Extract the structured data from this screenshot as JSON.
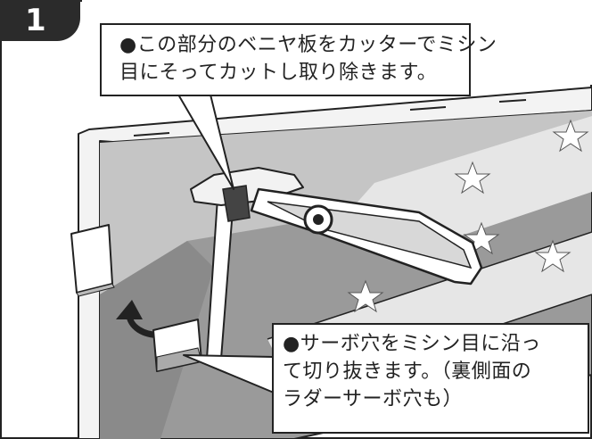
{
  "step": {
    "number": "1"
  },
  "callouts": {
    "top": {
      "line1": "●この部分のベニヤ板をカッターでミシン",
      "line2": "目にそってカットし取り除きます。"
    },
    "bottom": {
      "line1": "●サーボ穴をミシン目に沿っ",
      "line2": "て切り抜きます。（裏側面の",
      "line3": "ラダーサーボ穴も）"
    }
  },
  "colors": {
    "panel": "#9a9a9a",
    "panel_light": "#c6c6c6",
    "stripe": "#e2e2e2",
    "frame": "#f2f2f2",
    "outline": "#222222",
    "badge": "#2b2b2b"
  },
  "icons": [
    "knife-icon",
    "arrow-icon",
    "star-icon"
  ]
}
